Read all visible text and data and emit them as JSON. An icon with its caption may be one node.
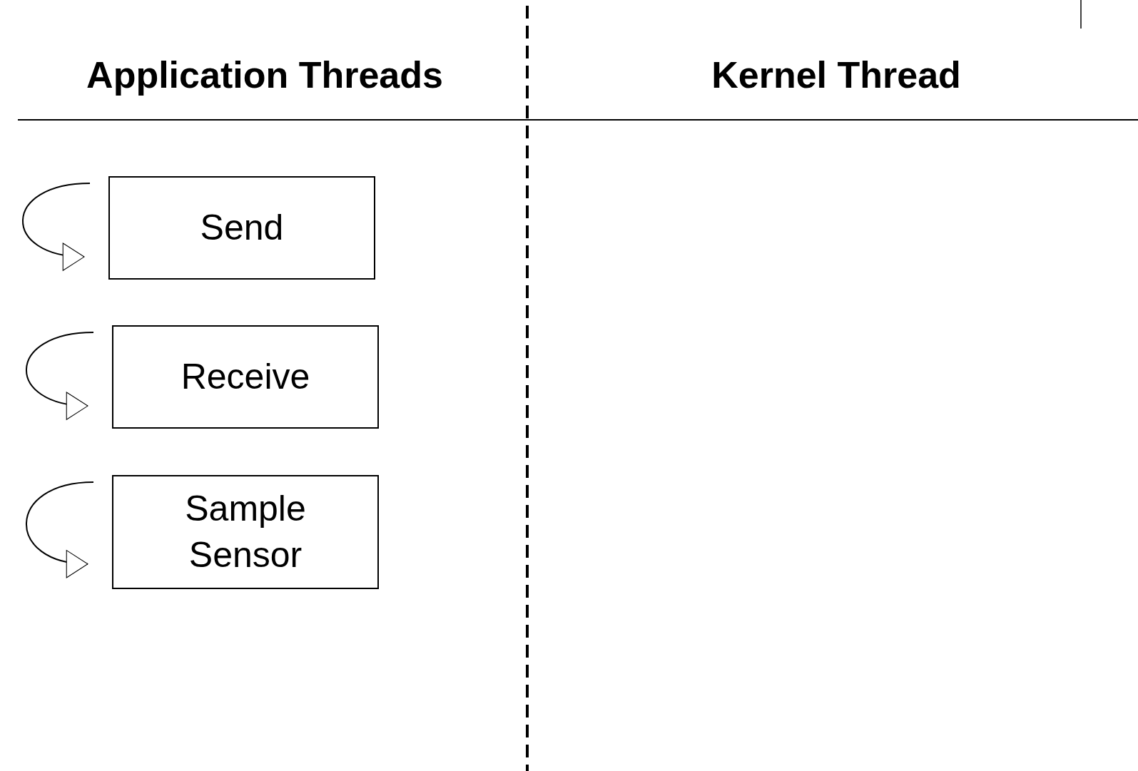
{
  "diagram": {
    "nodes": [
      {
        "text": [
          "Send"
        ]
      },
      {
        "text": [
          "Receive"
        ]
      },
      {
        "text": [
          "Sample Sensor"
        ]
      }
    ],
    "edges": [
      {
        "from": null,
        "to": 0,
        "arrow": "to"
      },
      {
        "from": null,
        "to": 1,
        "arrow": "to"
      },
      {
        "from": null,
        "to": 2,
        "arrow": "to"
      }
    ],
    "labels": [
      "Application Threads",
      "Kernel Thread"
    ]
  }
}
